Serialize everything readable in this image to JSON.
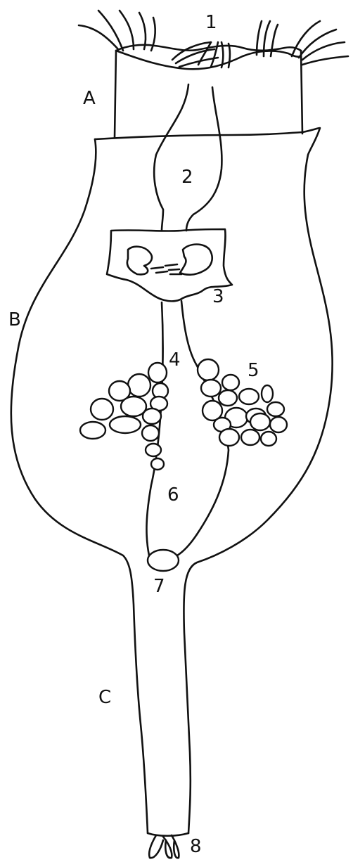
{
  "colors": {
    "background": "#ffffff",
    "ink": "#111111"
  },
  "labels": {
    "region_a": "A",
    "region_b": "B",
    "region_c": "C",
    "cilia": "1",
    "mouth": "2",
    "mastax": "3",
    "esophagus": "4",
    "gastric_glands": "5",
    "stomach": "6",
    "anus": "7",
    "toes": "8"
  }
}
